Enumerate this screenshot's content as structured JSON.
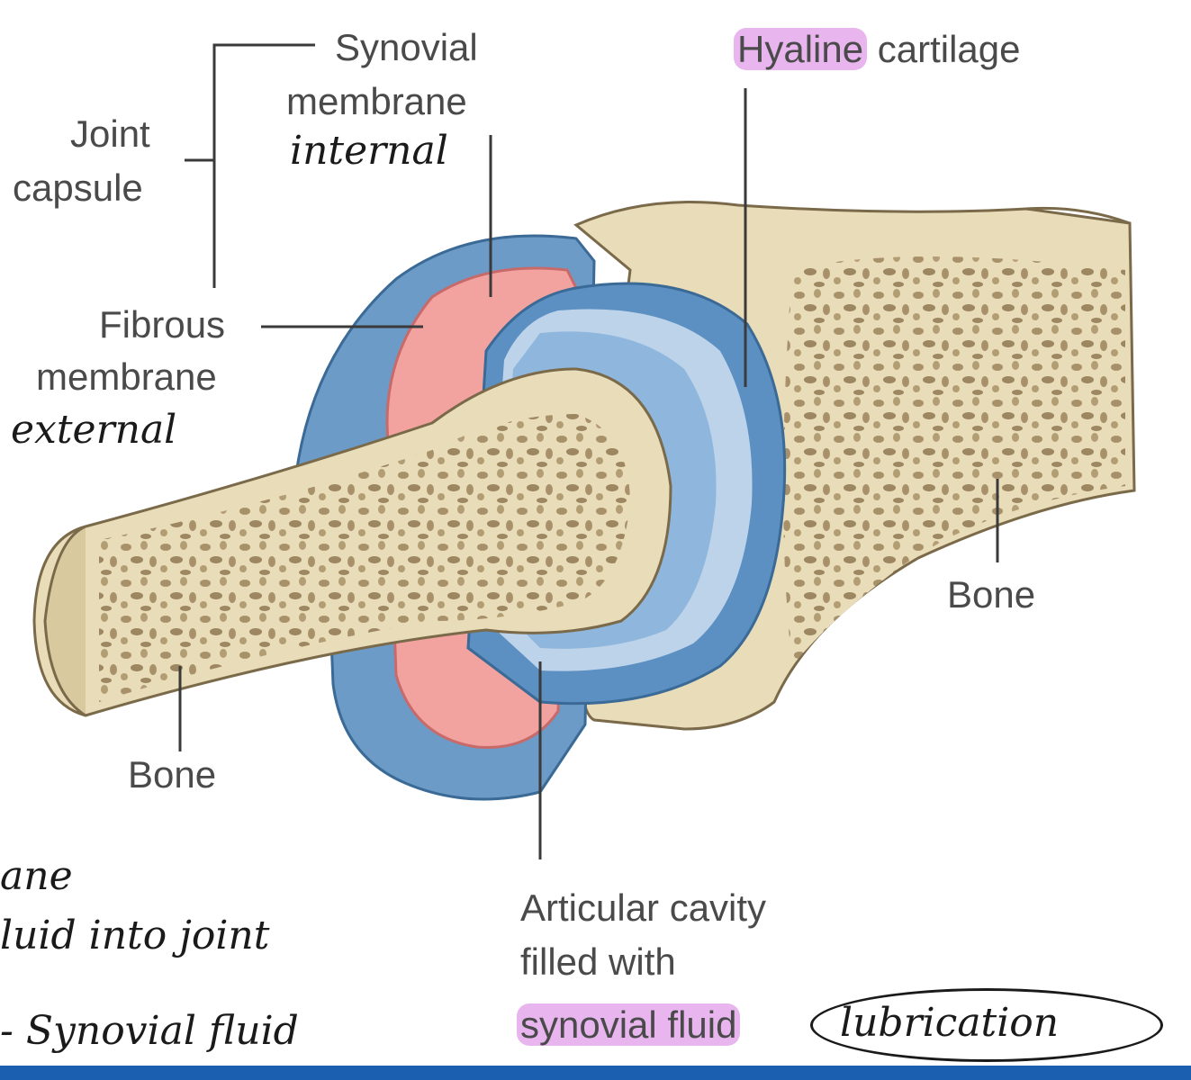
{
  "labels": {
    "synovial_membrane_1": "Synovial",
    "synovial_membrane_2": "membrane",
    "hyaline_1": "Hyaline",
    "hyaline_2": " cartilage",
    "joint_capsule_1": "Joint",
    "joint_capsule_2": "capsule",
    "fibrous_1": "Fibrous",
    "fibrous_2": "membrane",
    "bone_right": "Bone",
    "bone_left": "Bone",
    "articular_1": "Articular cavity",
    "articular_2": "filled with",
    "articular_3": "synovial fluid"
  },
  "handwritten": {
    "internal": "internal",
    "external": "external",
    "ane": "ane",
    "fluid_into_joint": "luid into joint",
    "synovial_fluid": "- Synovial fluid",
    "lubrication": "lubrication"
  },
  "colors": {
    "bone": "#e9dcb8",
    "bone_dark": "#a8916a",
    "cartilage": "#8fb6dc",
    "cartilage_dark": "#5c8fc2",
    "synovial_pink": "#f2a3a0",
    "fibrous_blue": "#6b9bc6",
    "highlight": "#d678e2",
    "bottom_bar": "#1a5fb0"
  }
}
